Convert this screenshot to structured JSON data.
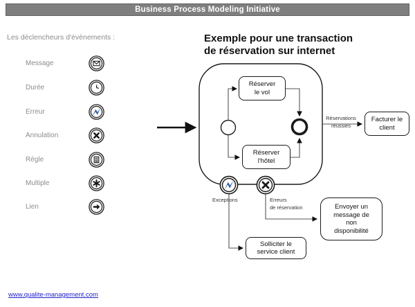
{
  "header": {
    "title": "Business Process Modeling Initiative"
  },
  "sidebar": {
    "heading": "Les déclencheurs d'évènements  :",
    "items": [
      {
        "label": "Message",
        "icon": "message-event-icon"
      },
      {
        "label": "Durée",
        "icon": "timer-event-icon"
      },
      {
        "label": "Erreur",
        "icon": "error-event-icon"
      },
      {
        "label": "Annulation",
        "icon": "cancel-event-icon"
      },
      {
        "label": "Règle",
        "icon": "rule-event-icon"
      },
      {
        "label": "Multiple",
        "icon": "multiple-event-icon"
      },
      {
        "label": "Lien",
        "icon": "link-event-icon"
      }
    ]
  },
  "main": {
    "title": "Exemple pour une transaction\nde réservation sur internet"
  },
  "diagram": {
    "tasks": {
      "reserver_vol": "Réserver\nle vol",
      "reserver_hotel": "Réserver\nl'hôtel",
      "facturer_client": "Facturer le\nclient",
      "solliciter_service": "Solliciter le\nservice client",
      "envoyer_message": "Envoyer un\nmessage de\nnon\ndisponibilité"
    },
    "labels": {
      "reservations_reussies": "Réservations\nréussies",
      "exceptions": "Exceptions",
      "erreurs_reservation": "Erreurs\nde réservation"
    }
  },
  "footer": {
    "link": "www.qualite-management.com"
  },
  "colors": {
    "titlebar_gray": "#7f7f7f",
    "error_blue": "#2e5ca6",
    "link_blue": "#2222cc",
    "label_gray": "#8c8c8c"
  }
}
